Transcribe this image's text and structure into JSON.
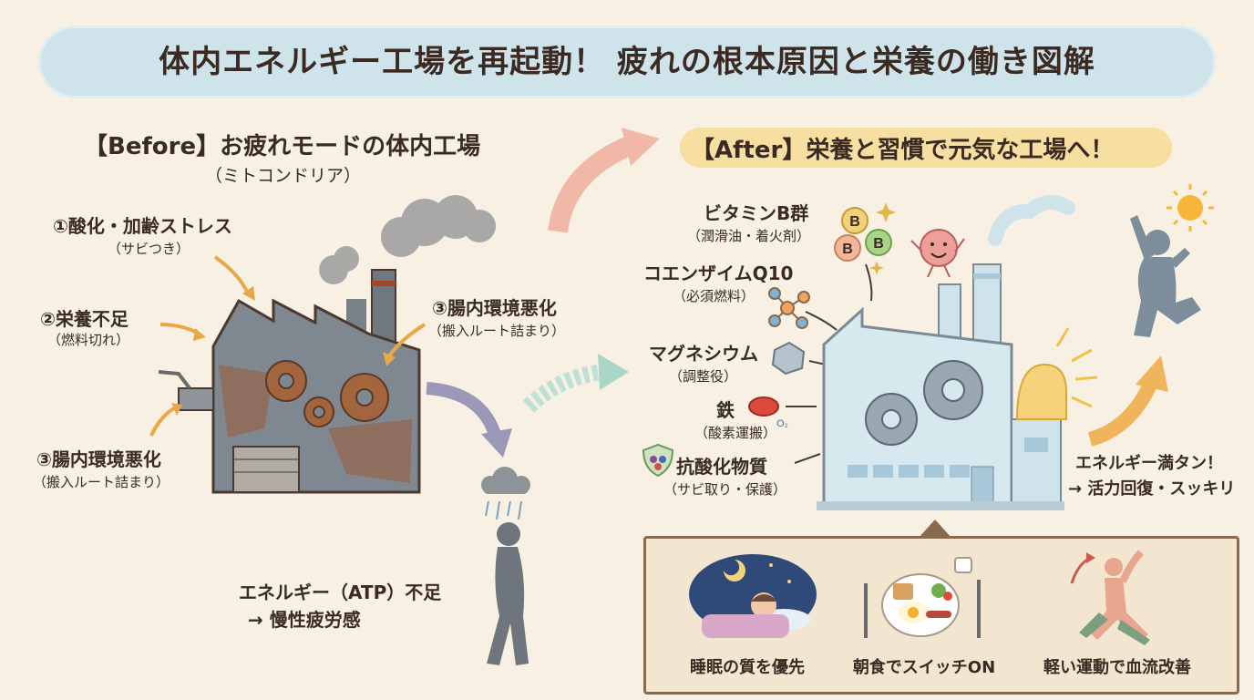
{
  "title": "体内エネルギー工場を再起動！ 疲れの根本原因と栄養の働き図解",
  "before": {
    "heading": "【Before】お疲れモードの体内工場",
    "subheading": "（ミトコンドリア）",
    "causes": [
      {
        "label": "①酸化・加齢ストレス",
        "sub": "（サビつき）"
      },
      {
        "label": "②栄養不足",
        "sub": "（燃料切れ）"
      },
      {
        "label": "③腸内環境悪化",
        "sub": "（搬入ルート詰まり）"
      },
      {
        "label": "③腸内環境悪化",
        "sub": "（搬入ルート詰まり）"
      }
    ],
    "result_line1": "エネルギー（ATP）不足",
    "result_line2": "→ 慢性疲労感"
  },
  "after": {
    "heading": "【After】栄養と習慣で元気な工場へ！",
    "nutrients": [
      {
        "label": "ビタミンB群",
        "sub": "（潤滑油・着火剤）"
      },
      {
        "label": "コエンザイムQ10",
        "sub": "（必須燃料）"
      },
      {
        "label": "マグネシウム",
        "sub": "（調整役）"
      },
      {
        "label": "鉄",
        "sub": "（酸素運搬）"
      },
      {
        "label": "抗酸化物質",
        "sub": "（サビ取り・保護）"
      }
    ],
    "vitamin_badge": "B",
    "oxygen_symbol": "O₂",
    "result_line1": "エネルギー満タン！",
    "result_line2": "→ 活力回復・スッキリ"
  },
  "habits": [
    {
      "label": "睡眠の質を優先",
      "icon": "sleep-icon"
    },
    {
      "label": "朝食でスイッチON",
      "icon": "breakfast-icon"
    },
    {
      "label": "軽い運動で血流改善",
      "icon": "exercise-icon"
    }
  ],
  "colors": {
    "background": "#f8f1e3",
    "title_banner": "#cfe3ea",
    "after_banner": "#f6dfa0",
    "rust": "#9a5a36",
    "healthy_factory": "#d6e9ef",
    "arrow_orange": "#f0b45a"
  }
}
